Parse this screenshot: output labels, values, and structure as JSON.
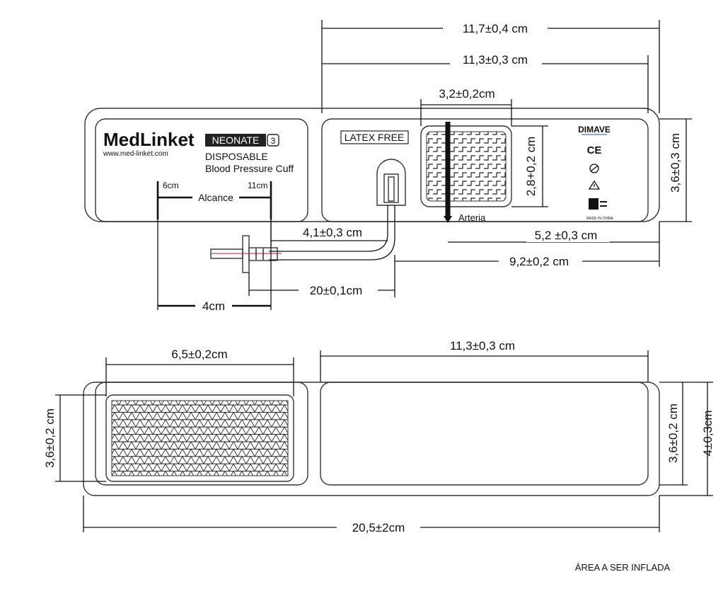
{
  "top": {
    "dim_total_width": "11,7±0,4 cm",
    "dim_panel_width": "11,3±0,3 cm",
    "dim_window_width": "3,2±0,2cm",
    "dim_window_height": "2,8+0,2 cm",
    "dim_cuff_height": "3,6±0,3 cm",
    "dim_tube_offset": "4,1±0,3 cm",
    "dim_artery_offset": "5,2 ±0,3 cm",
    "dim_tube_right": "9,2±0,2 cm",
    "dim_tube_length": "20±0,1cm",
    "dim_range": "4cm",
    "brand_name": "MedLinket",
    "brand_url": "www.med-linket.com",
    "size_badge": "NEONATE",
    "size_number": "3",
    "product_line1": "DISPOSABLE",
    "product_line2": "Blood Pressure Cuff",
    "range_label": "Alcance",
    "range_min": "6cm",
    "range_max": "11cm",
    "latex_label": "LATEX FREE",
    "artery_label": "Arteria",
    "logo_text": "DIMAVE",
    "ce_mark": "CE",
    "made_in": "MADE IN CHINA"
  },
  "bottom": {
    "dim_inflate_width": "6,5±0,2cm",
    "dim_panel_width": "11,3±0,3 cm",
    "dim_left_height": "3,6±0,2 cm",
    "dim_right_inner_height": "3,6±0,2 cm",
    "dim_right_outer_height": "4±0,3cm",
    "dim_total_length": "20,5±2cm"
  },
  "footer": {
    "inflate_area": "ÁREA A SER INFLADA"
  }
}
